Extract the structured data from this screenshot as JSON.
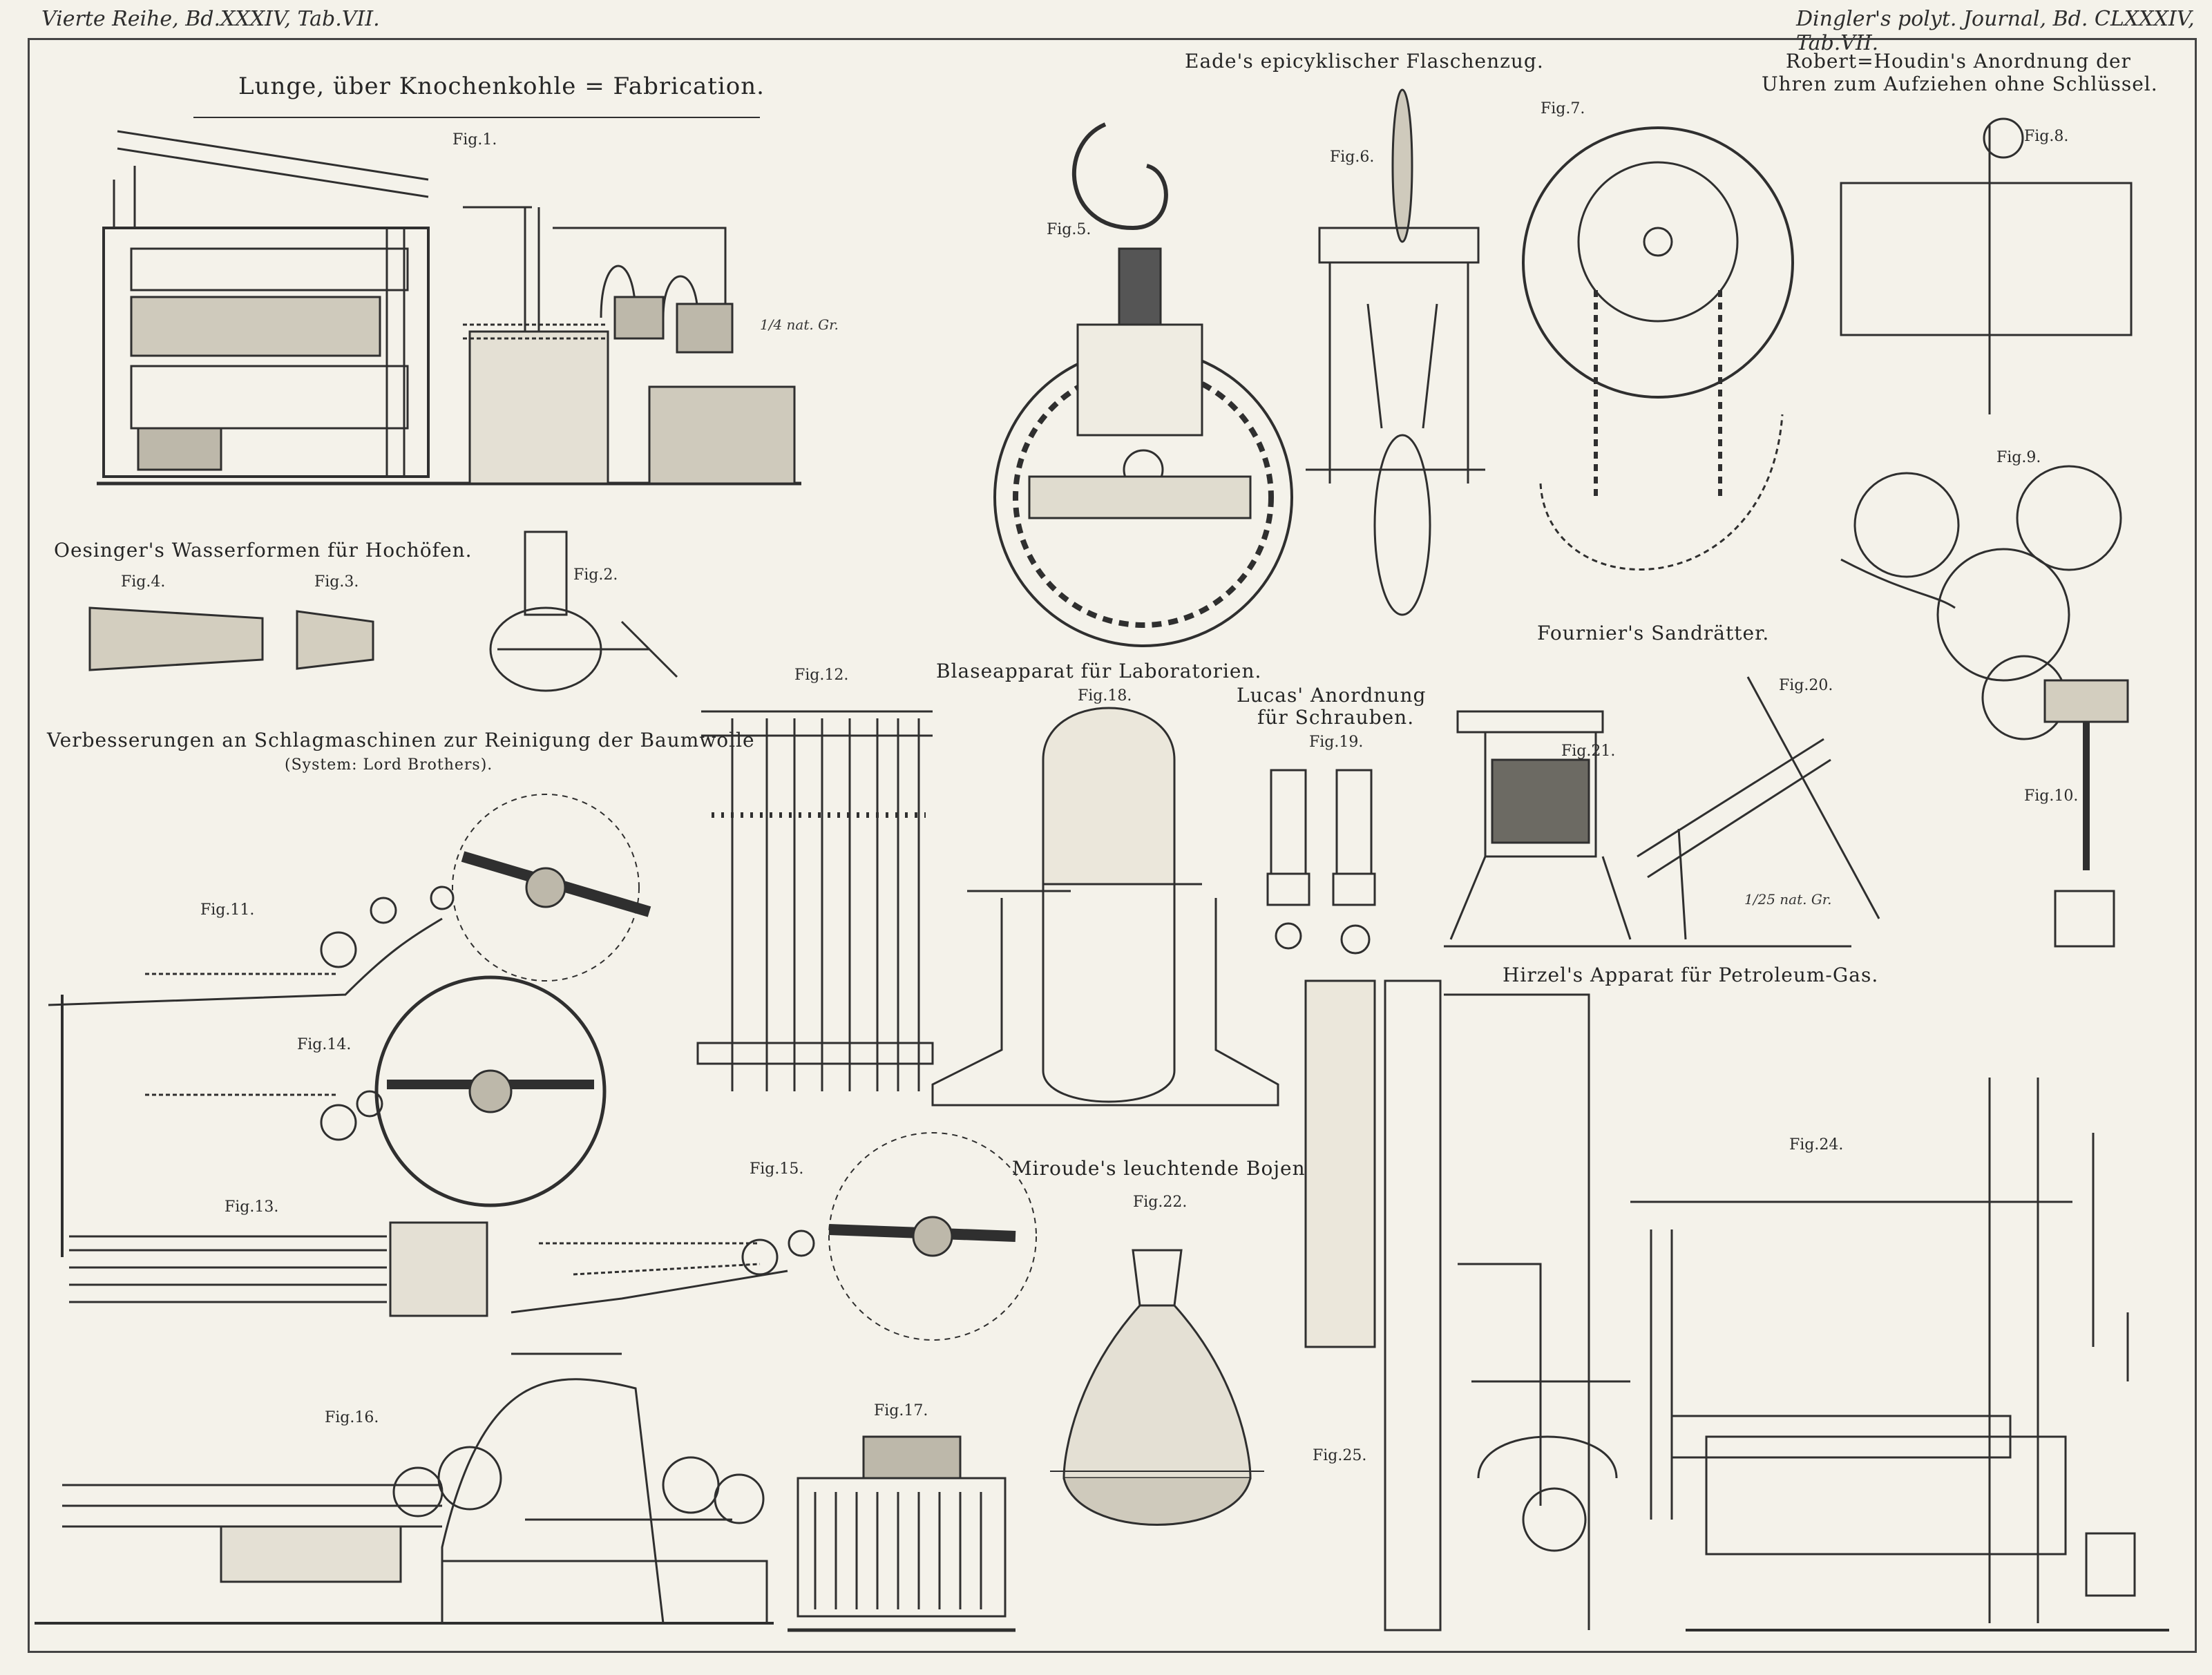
{
  "header": {
    "left": "Vierte Reihe, Bd.XXXIV, Tab.VII.",
    "right": "Dingler's polyt. Journal, Bd. CLXXXIV, Tab.VII."
  },
  "titles": {
    "lunge": "Lunge, über Knochenkohle = Fabrication.",
    "eade": "Eade's epicyklischer Flaschenzug.",
    "houdin_1": "Robert=Houdin's Anordnung der",
    "houdin_2": "Uhren zum Aufziehen ohne Schlüssel.",
    "oesinger": "Oesinger's Wasserformen für Hochöfen.",
    "schlag_1": "Verbesserungen an Schlagmaschinen zur Reinigung der Baumwolle",
    "schlag_2": "(System: Lord Brothers).",
    "blase": "Blaseapparat für Laboratorien.",
    "lucas_1": "Lucas' Anordnung",
    "lucas_2": "für Schrauben.",
    "fournier": "Fournier's Sandrätter.",
    "hirzel": "Hirzel's Apparat für Petroleum-Gas.",
    "miroude": "Miroude's leuchtende Bojen."
  },
  "figures": {
    "f1": "Fig.1.",
    "f2": "Fig.2.",
    "f3": "Fig.3.",
    "f4": "Fig.4.",
    "f5": "Fig.5.",
    "f6": "Fig.6.",
    "f7": "Fig.7.",
    "f8": "Fig.8.",
    "f9": "Fig.9.",
    "f10": "Fig.10.",
    "f11": "Fig.11.",
    "f12": "Fig.12.",
    "f13": "Fig.13.",
    "f14": "Fig.14.",
    "f15": "Fig.15.",
    "f16": "Fig.16.",
    "f17": "Fig.17.",
    "f18": "Fig.18.",
    "f19": "Fig.19.",
    "f20": "Fig.20.",
    "f21": "Fig.21.",
    "f22": "Fig.22.",
    "f24": "Fig.24.",
    "f25": "Fig.25."
  },
  "scales": {
    "s1": "1/4 nat. Gr.",
    "s2": "1/25 nat. Gr."
  },
  "colors": {
    "paper": "#f4f2ea",
    "ink": "#2a2a2a"
  }
}
